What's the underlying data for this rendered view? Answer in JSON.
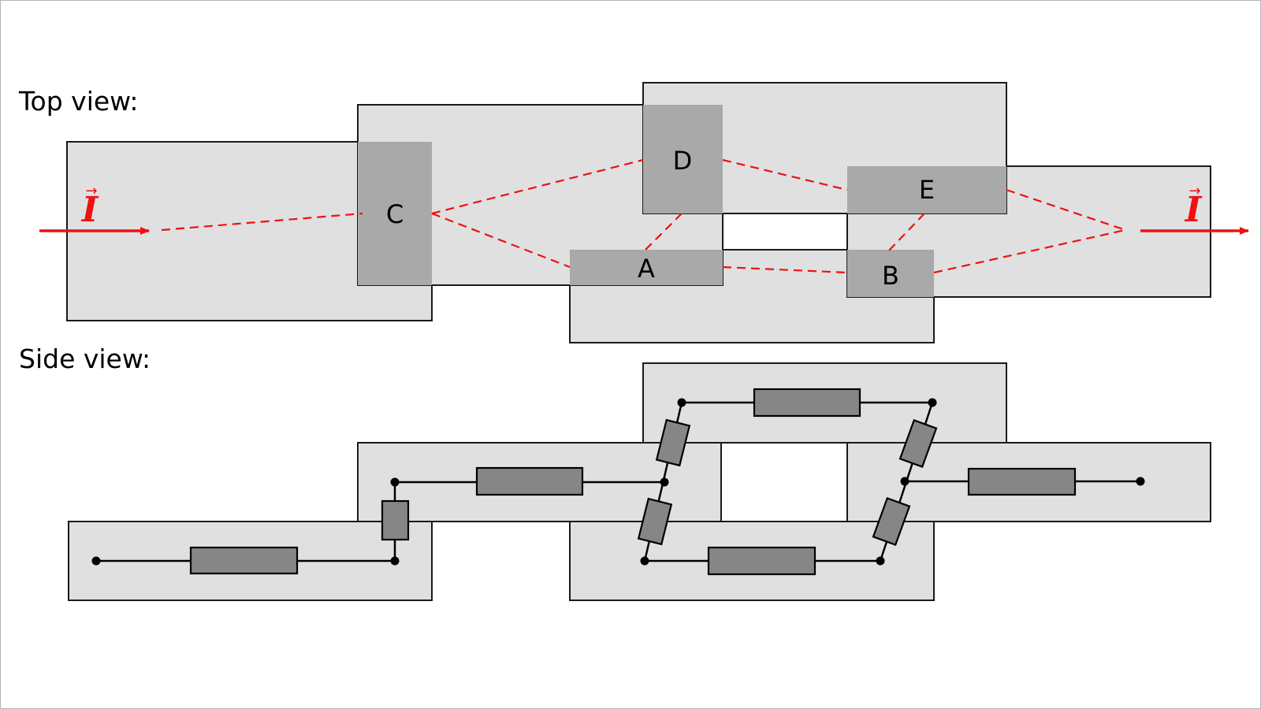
{
  "top_view": {
    "title": "Top view:",
    "regions": [
      "C",
      "D",
      "E",
      "A",
      "B"
    ],
    "current_symbol": "I",
    "current_vector_mark": "→"
  },
  "side_view": {
    "title": "Side view:"
  },
  "colors": {
    "plate": "#e0e0e0",
    "overlap": "#a9a9a9",
    "resistor": "#868686",
    "current": "#ee1111"
  }
}
